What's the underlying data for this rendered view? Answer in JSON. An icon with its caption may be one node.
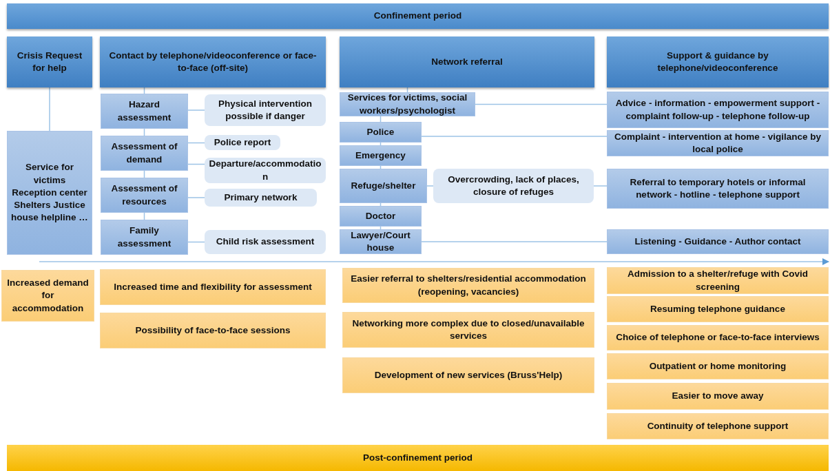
{
  "diagram": {
    "nodes": [
      {
        "text": [
          "Confinement period"
        ]
      },
      {
        "text": [
          "Crisis Request for help"
        ]
      },
      {
        "text": [
          "Contact by telephone/videoconference or face-to-face (off-site)"
        ]
      },
      {
        "text": [
          "Network referral"
        ]
      },
      {
        "text": [
          "Support & guidance by telephone/videoconference"
        ]
      },
      {
        "text": [
          "Hazard assessment"
        ]
      },
      {
        "text": [
          "Physical intervention possible if danger"
        ]
      },
      {
        "text": [
          "Assessment of demand"
        ]
      },
      {
        "text": [
          "Police report"
        ]
      },
      {
        "text": [
          "Departure/accommodation"
        ]
      },
      {
        "text": [
          "Assessment of resources"
        ]
      },
      {
        "text": [
          "Primary network"
        ]
      },
      {
        "text": [
          "Family assessment"
        ]
      },
      {
        "text": [
          "Child risk assessment"
        ]
      },
      {
        "text": [
          "Service for victims Reception center Shelters Justice house helpline …"
        ]
      },
      {
        "text": [
          "Services for victims, social workers/psychologist"
        ]
      },
      {
        "text": [
          "Advice - information - empowerment support - complaint follow-up - telephone follow-up"
        ]
      },
      {
        "text": [
          "Police"
        ]
      },
      {
        "text": [
          "Complaint - intervention at home - vigilance by local police"
        ]
      },
      {
        "text": [
          "Emergency"
        ]
      },
      {
        "text": [
          "Refuge/shelter"
        ]
      },
      {
        "text": [
          "Overcrowding, lack of places, closure of refuges"
        ]
      },
      {
        "text": [
          "Referral to temporary hotels or informal network - hotline - telephone support"
        ]
      },
      {
        "text": [
          "Doctor"
        ]
      },
      {
        "text": [
          "Lawyer/Court house"
        ]
      },
      {
        "text": [
          "Listening - Guidance - Author contact"
        ]
      },
      {
        "text": [
          "Increased demand for accommodation"
        ]
      },
      {
        "text": [
          "Increased time and flexibility for assessment"
        ]
      },
      {
        "text": [
          "Easier referral to shelters/residential accommodation (reopening, vacancies)"
        ]
      },
      {
        "text": [
          "Admission to a shelter/refuge with Covid screening"
        ]
      },
      {
        "text": [
          "Resuming telephone guidance"
        ]
      },
      {
        "text": [
          "Possibility of face-to-face sessions"
        ]
      },
      {
        "text": [
          "Networking more complex due to closed/unavailable services"
        ]
      },
      {
        "text": [
          "Choice of telephone or face-to-face interviews"
        ]
      },
      {
        "text": [
          "Outpatient or home monitoring"
        ]
      },
      {
        "text": [
          "Development of new services (Bruss'Help)"
        ]
      },
      {
        "text": [
          "Easier to move away"
        ]
      },
      {
        "text": [
          "Continuity of telephone support"
        ]
      },
      {
        "text": [
          "Post-confinement period"
        ]
      }
    ],
    "edges": [
      {
        "from": 1,
        "to": 14,
        "arrow": "none"
      },
      {
        "from": 2,
        "to": 5,
        "arrow": "none"
      },
      {
        "from": 5,
        "to": 7,
        "arrow": "none"
      },
      {
        "from": 7,
        "to": 10,
        "arrow": "none"
      },
      {
        "from": 10,
        "to": 12,
        "arrow": "none"
      },
      {
        "from": 5,
        "to": 6,
        "arrow": "none"
      },
      {
        "from": 7,
        "to": 8,
        "arrow": "none"
      },
      {
        "from": 7,
        "to": 9,
        "arrow": "none"
      },
      {
        "from": 10,
        "to": 11,
        "arrow": "none"
      },
      {
        "from": 12,
        "to": 13,
        "arrow": "none"
      },
      {
        "from": 3,
        "to": 15,
        "arrow": "none"
      },
      {
        "from": 15,
        "to": 17,
        "arrow": "none"
      },
      {
        "from": 17,
        "to": 19,
        "arrow": "none"
      },
      {
        "from": 19,
        "to": 20,
        "arrow": "none"
      },
      {
        "from": 20,
        "to": 23,
        "arrow": "none"
      },
      {
        "from": 23,
        "to": 24,
        "arrow": "none"
      },
      {
        "from": 15,
        "to": 16,
        "arrow": "none"
      },
      {
        "from": 17,
        "to": 18,
        "arrow": "none"
      },
      {
        "from": 20,
        "to": 21,
        "arrow": "none"
      },
      {
        "from": 21,
        "to": 22,
        "arrow": "none"
      },
      {
        "from": 24,
        "to": 25,
        "arrow": "none"
      }
    ]
  }
}
